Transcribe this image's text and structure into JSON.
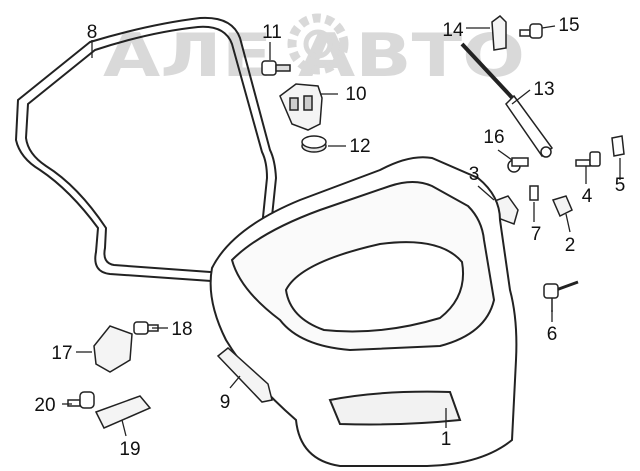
{
  "watermark": {
    "text": "АЛЕ АВТО"
  },
  "callouts": [
    "1",
    "2",
    "3",
    "4",
    "5",
    "6",
    "7",
    "8",
    "9",
    "10",
    "11",
    "12",
    "13",
    "14",
    "15",
    "16",
    "17",
    "18",
    "19",
    "20"
  ]
}
